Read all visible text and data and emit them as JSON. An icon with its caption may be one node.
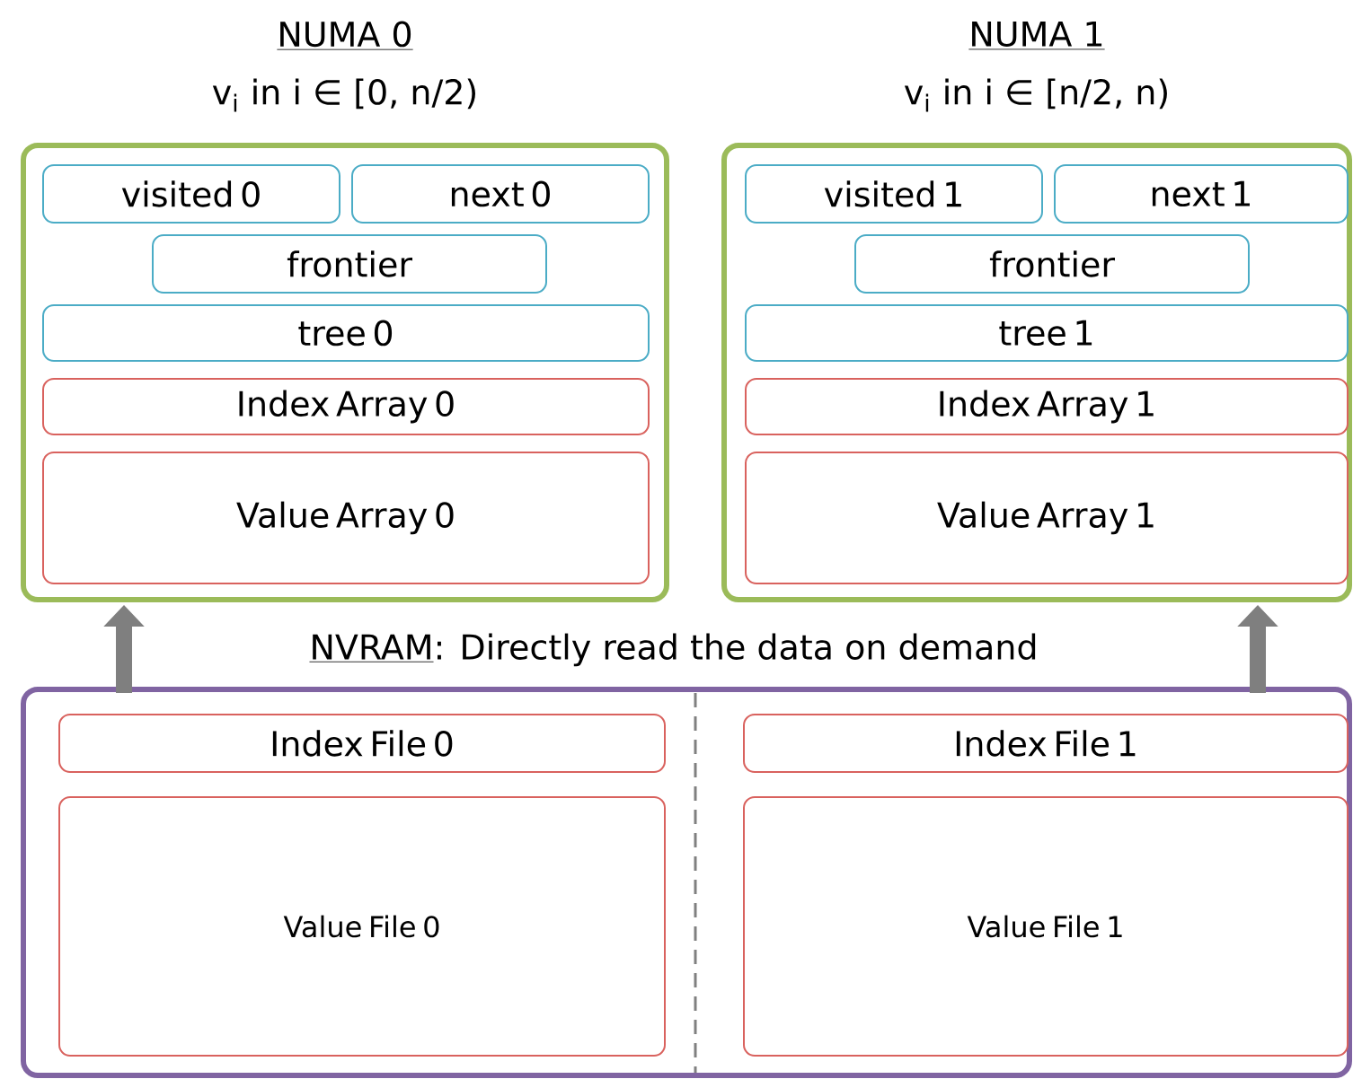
{
  "diagram": {
    "nodes": [
      {
        "text": [
          "NUMA 0",
          "v$_{i}$ in i ∈ [0, n/2)"
        ]
      },
      {
        "text": [
          "visited 0"
        ],
        "in": 0
      },
      {
        "text": [
          "next 0"
        ],
        "in": 0
      },
      {
        "text": [
          "frontier"
        ],
        "in": 0
      },
      {
        "text": [
          "tree 0"
        ],
        "in": 0
      },
      {
        "text": [
          "Index Array 0"
        ],
        "in": 0
      },
      {
        "text": [
          "Value Array 0"
        ],
        "in": 0
      },
      {
        "text": [
          "NUMA 1",
          "v$_{i}$ in i ∈ [n/2, n)"
        ]
      },
      {
        "text": [
          "visited 1"
        ],
        "in": 7
      },
      {
        "text": [
          "next 1"
        ],
        "in": 7
      },
      {
        "text": [
          "frontier"
        ],
        "in": 7
      },
      {
        "text": [
          "tree 1"
        ],
        "in": 7
      },
      {
        "text": [
          "Index Array 1"
        ],
        "in": 7
      },
      {
        "text": [
          "Value Array 1"
        ],
        "in": 7
      },
      {
        "text": [
          "NVRAM",
          ": Directly read the data on demand"
        ]
      },
      {
        "text": [
          "Index File 0"
        ],
        "in": 14
      },
      {
        "text": [
          "Value File 0"
        ],
        "in": 14
      },
      {
        "text": [
          "Index File 1"
        ],
        "in": 14
      },
      {
        "text": [
          "Value File 1"
        ],
        "in": 14
      }
    ],
    "edges": [
      {
        "from": 14,
        "to": 0,
        "arrow": "to"
      },
      {
        "from": 14,
        "to": 7,
        "arrow": "to"
      }
    ]
  }
}
